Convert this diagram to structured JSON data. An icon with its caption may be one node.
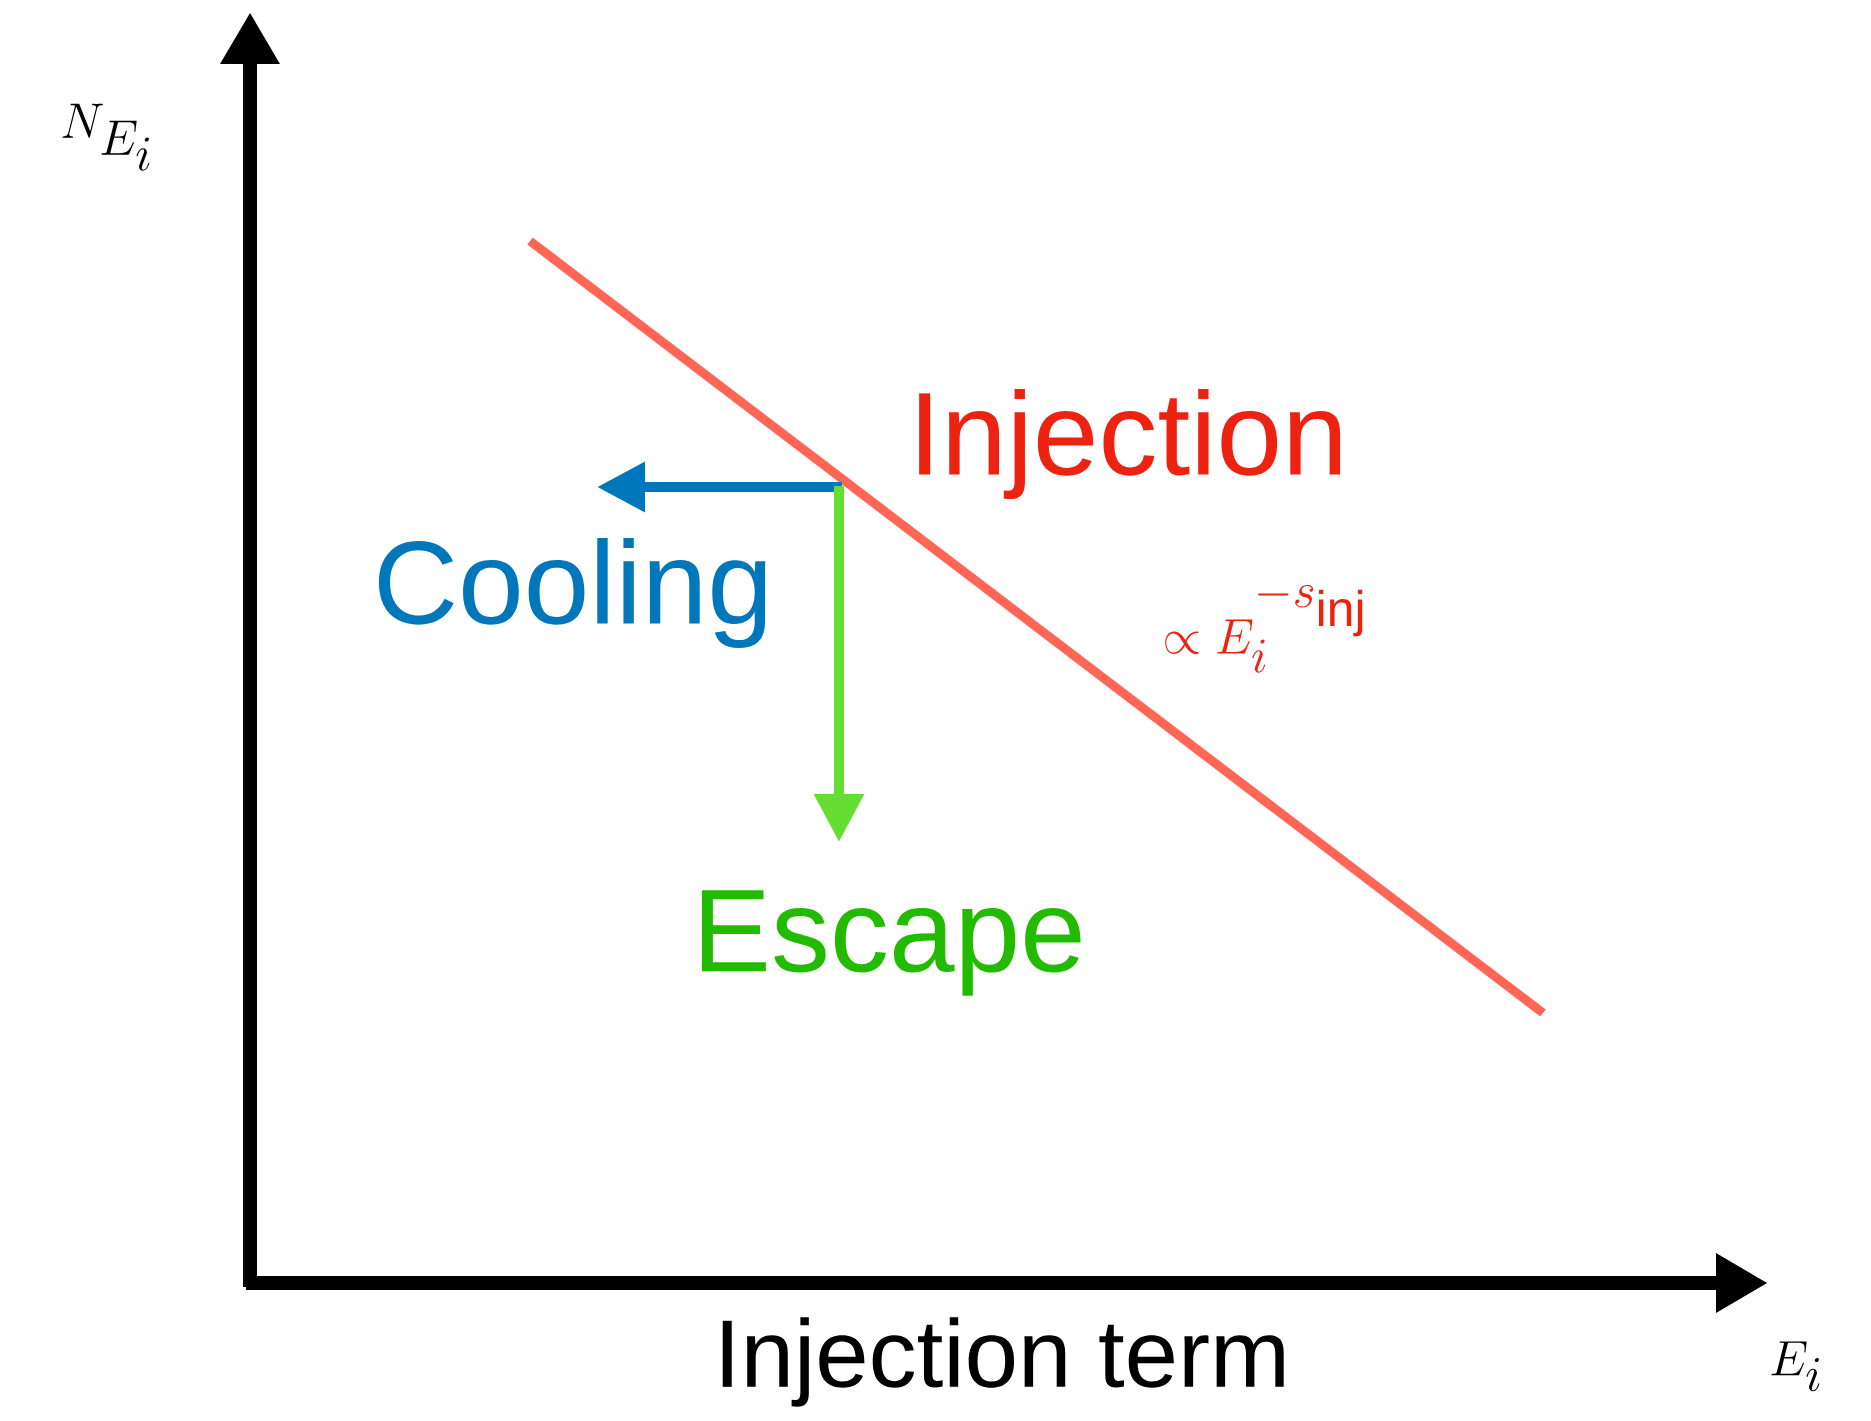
{
  "diagram": {
    "labels": [
      "N_{E_i}",
      "Injection",
      "Cooling",
      "\\propto E_i^{-s_{\\rm inj}}",
      "Escape",
      "E_i",
      "Injection term"
    ]
  }
}
